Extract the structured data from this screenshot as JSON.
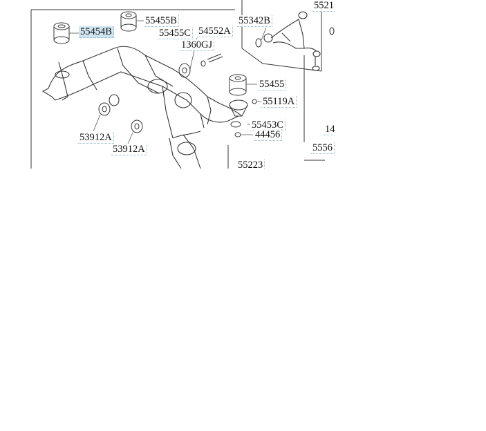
{
  "diagram": {
    "labels": [
      {
        "id": "55454B",
        "text": "55454B",
        "highlighted": true
      },
      {
        "id": "55455B",
        "text": "55455B"
      },
      {
        "id": "55455C",
        "text": "55455C"
      },
      {
        "id": "54552A",
        "text": "54552A"
      },
      {
        "id": "1360GJ",
        "text": "1360GJ"
      },
      {
        "id": "55342B",
        "text": "55342B"
      },
      {
        "id": "5521",
        "text": "5521"
      },
      {
        "id": "55455",
        "text": "55455"
      },
      {
        "id": "55119A",
        "text": "55119A"
      },
      {
        "id": "55453C",
        "text": "55453C"
      },
      {
        "id": "44456",
        "text": "44456"
      },
      {
        "id": "53912A-1",
        "text": "53912A"
      },
      {
        "id": "53912A-2",
        "text": "53912A"
      },
      {
        "id": "14",
        "text": "14"
      },
      {
        "id": "5556",
        "text": "5556"
      },
      {
        "id": "55223",
        "text": "55223"
      }
    ],
    "colors": {
      "line": "#333333",
      "highlight": "#cfe4f1",
      "leader": "#8fb7c9"
    }
  }
}
